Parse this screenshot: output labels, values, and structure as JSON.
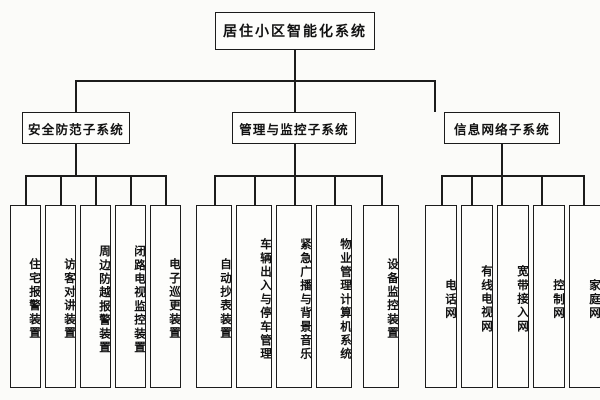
{
  "diagram": {
    "title": "居住小区智能化系统",
    "type": "organizational-tree",
    "levels": 3,
    "root": {
      "label": "居住小区智能化系统"
    },
    "branches": [
      {
        "label": "安全防范子系统",
        "leaves": [
          {
            "label": "住宅报警装置"
          },
          {
            "label": "访客对讲装置"
          },
          {
            "label": "周边防越报警装置"
          },
          {
            "label": "闭路电视监控装置"
          },
          {
            "label": "电子巡更装置"
          }
        ]
      },
      {
        "label": "管理与监控子系统",
        "leaves": [
          {
            "label": "自动抄表装置"
          },
          {
            "label": "车辆出入与停车管理"
          },
          {
            "label": "紧急广播与背景音乐"
          },
          {
            "label": "物业管理计算机系统"
          },
          {
            "label": "设备监控装置"
          }
        ]
      },
      {
        "label": "信息网络子系统",
        "leaves": [
          {
            "label": "电话网"
          },
          {
            "label": "有线电视网"
          },
          {
            "label": "宽带接入网"
          },
          {
            "label": "控制网"
          },
          {
            "label": "家庭网"
          }
        ]
      }
    ],
    "colors": {
      "background": "#fbfbf9",
      "box_fill": "#fdfdfb",
      "line": "#1c1c1c",
      "text": "#111111"
    }
  }
}
